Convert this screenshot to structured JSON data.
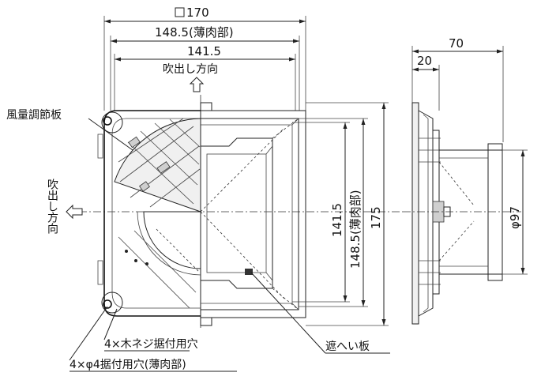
{
  "dimensions": {
    "square_size": "170",
    "thin_wall_top": "148.5(薄肉部)",
    "inner_width_top": "141.5",
    "side_depth": "70",
    "side_flange": "20",
    "height_inner": "141.5",
    "height_thin_wall": "148.5(薄肉部)",
    "height_total": "175",
    "duct_diameter": "φ97"
  },
  "labels": {
    "airflow_up": "吹出し方向",
    "airflow_left": "吹出し方向",
    "damper": "風量調節板",
    "screw_holes": "4×木ネジ据付用穴",
    "mount_holes": "4×φ4据付用穴(薄肉部)",
    "shield_plate": "遮へい板"
  }
}
